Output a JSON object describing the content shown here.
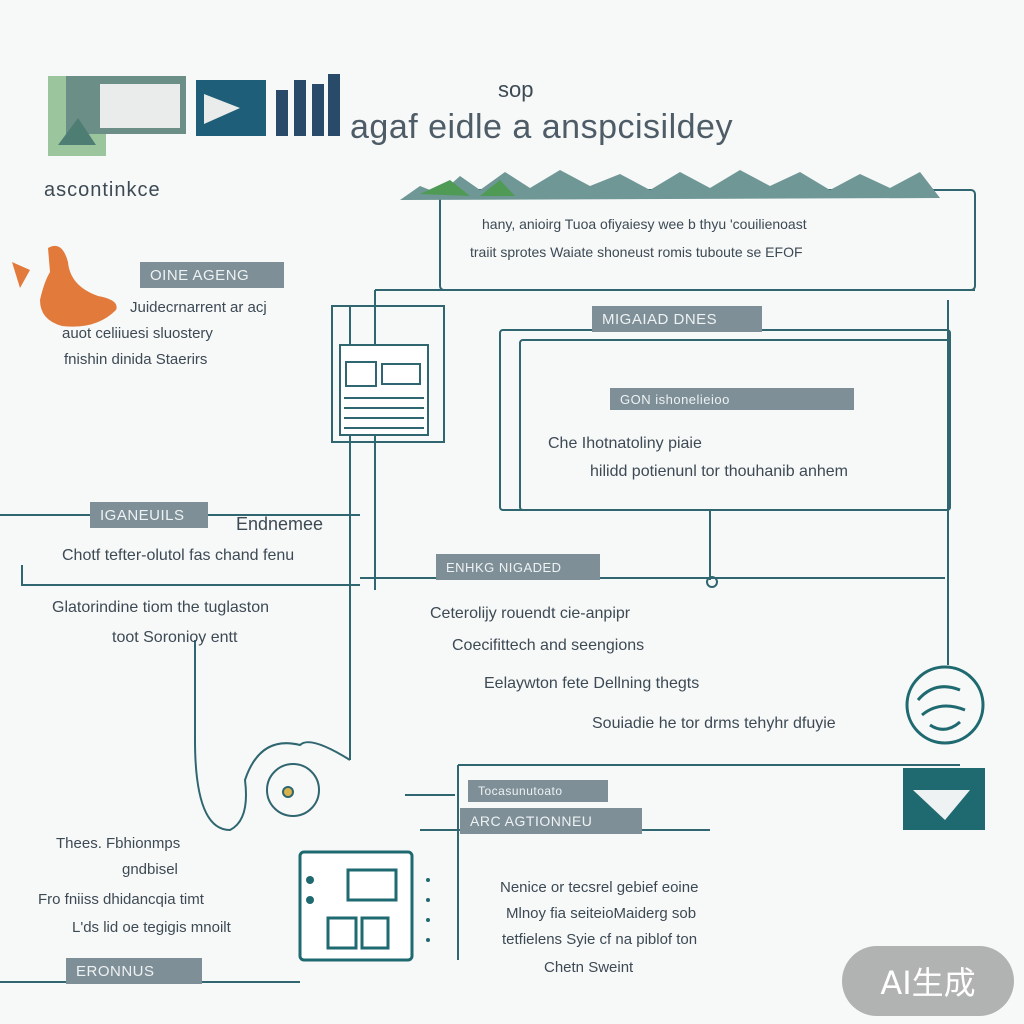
{
  "header": {
    "top_word": "sop",
    "title": "agaf eidle a anspcisildey",
    "tagline": "ascontinkce"
  },
  "intro_box": {
    "line1": "hany, anioirg  Tuoa  ofiyaiesy  wee  b  thyu  'couilienoast",
    "line2": "traiit sprotes  Waiate shoneust  romis  tuboute  se EFOF"
  },
  "left_block": {
    "label": "OINE  AGENG",
    "line1": "Juidecrnarrent ar acj",
    "line2": "auot    celiiuesi  sluostery",
    "line3": "fnishin dinida  Staerirs"
  },
  "right_panel": {
    "tag": "MIGAIAD  DNES",
    "subtag": "GON  ishonelieioo",
    "line1": "Che Ihotnatoliny  piaie",
    "line2": "hilidd  potienunl  tor  thouhanib  anhem"
  },
  "mid_left": {
    "label": "IGANEUILS",
    "side_text": "Endnemee",
    "line1": "Chotf tefter-olutol fas chand fenu"
  },
  "mid_right": {
    "label": "ENHKG  NIGADED",
    "line1": "Ceterolijy  rouendt  cie-anpipr",
    "line2": "Coecifittech  and  seengions",
    "line3": "Eelaywton  fete  Dellning  thegts",
    "line4": "Souiadie he  tor drms  tehyhr  dfuyie"
  },
  "left_paragraph": {
    "line1": "Glatorindine tiom  the  tuglaston",
    "line2": "toot  Soronioy  entt"
  },
  "bottom_right": {
    "tag_small": "Tocasunutoato",
    "tag": "ARC   AGTIONNEU",
    "line1": "Nenice or tecsrel  gebief eoine",
    "line2": "Mlnoy fia  seiteioMaiderg  sob",
    "line3": "tetfielens Syie  cf  na  piblof ton",
    "line4": "Chetn  Sweint"
  },
  "bottom_left": {
    "line1": "Thees.  Fbhionmps",
    "line2": "gndbisel",
    "line3": "Fro fniiss  dhidancqia timt",
    "line4": "L'ds  lid  oe  tegigis  mnoilt",
    "label": "ERONNUS"
  },
  "badge": "AI生成",
  "colors": {
    "accent_teal": "#1f6a70",
    "line_teal": "#2f6670",
    "label_gray": "#7e8f97",
    "orange": "#e27a3c",
    "green": "#4f9a55"
  }
}
